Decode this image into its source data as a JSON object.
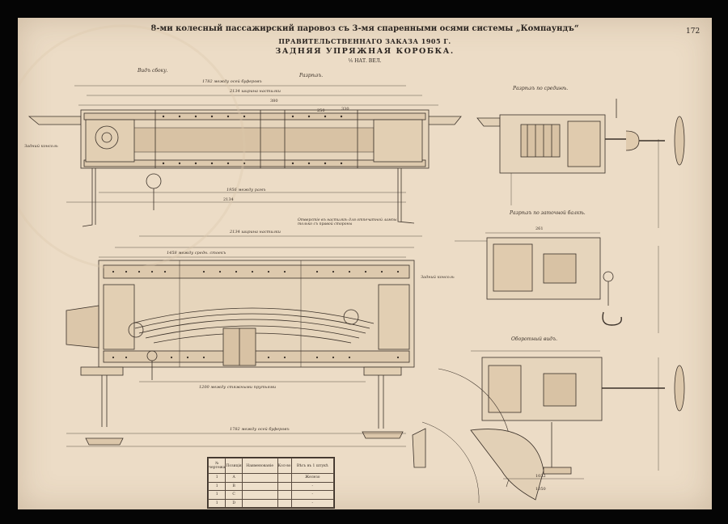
{
  "sheet": {
    "title_line1": "8-ми колесный пассажирский паровоз съ 3-мя спаренными осями системы „Компаундъ“",
    "title_line2": "ПРАВИТЕЛЬСТВЕННАГО ЗАКАЗА 1905 Г.",
    "title_line3": "ЗАДНЯЯ УПРЯЖНАЯ КОРОБКА.",
    "scale": "⅕ НАТ. ВЕЛ.",
    "page_number": "172"
  },
  "views": {
    "side_view": "Видъ сбоку.",
    "section": "Разрѣзъ.",
    "section_middle": "Разрѣзъ по срединѣ.",
    "section_beam": "Разрѣзъ по заточной балкѣ.",
    "back_view": "Оборотный видъ."
  },
  "annotations": {
    "a1": "1782 между осей буферовъ",
    "a2": "2134 ширина настилки",
    "a3": "1956 между рамъ",
    "a4": "2134 ширина настилки",
    "a5": "1458 между средн. стоекъ",
    "a6": "Отверстіе въ настилкѣ для отпечатной лампы только съ правой стороны",
    "a7": "1200 между стяжными прутьями",
    "a8": "1782 между осей буферовъ",
    "a9": "Задний консоль",
    "a10": "Задний консоль",
    "d1": "380",
    "d2": "330",
    "d3": "250",
    "d4": "2134",
    "d5": "1032",
    "d6": "1050",
    "d7": "261"
  },
  "parts_table": {
    "h_num": "№ чертежа",
    "h_letter": "Позиція",
    "h_name": "Наименованіе",
    "h_qty": "Кол-во",
    "h_weight": "Вѣсъ въ 1 штукѣ",
    "rows": [
      {
        "n": "1",
        "l": "A",
        "name": "",
        "qty": "",
        "w": "Железо"
      },
      {
        "n": "1",
        "l": "B",
        "name": "",
        "qty": "",
        "w": "-"
      },
      {
        "n": "1",
        "l": "C",
        "name": "",
        "qty": "",
        "w": "-"
      },
      {
        "n": "1",
        "l": "D",
        "name": "",
        "qty": "",
        "w": "-"
      }
    ]
  },
  "colors": {
    "paper": "#ecdcc6",
    "ink": "#3a3028",
    "frame": "#050505"
  }
}
